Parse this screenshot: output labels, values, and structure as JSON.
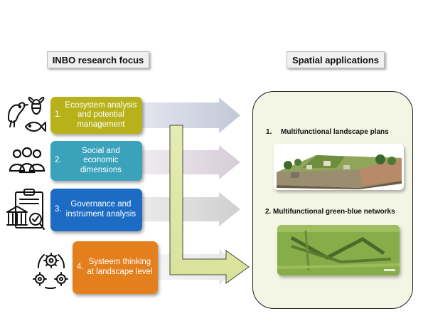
{
  "headers": {
    "left": "INBO research focus",
    "right": "Spatial applications"
  },
  "focus_items": [
    {
      "number": "1.",
      "text": "Ecosystem analysis and potential management",
      "icon": "ecosystem-wildlife-icon",
      "color": "#b7b21a"
    },
    {
      "number": "2.",
      "text": "Social and economic dimensions",
      "icon": "people-group-icon",
      "color": "#3aa2bb"
    },
    {
      "number": "3.",
      "text": "Governance and instrument analysis",
      "icon": "governance-clipboard-icon",
      "color": "#1c6cc4"
    },
    {
      "number": "4.",
      "text": "Systeem thinking at landscape level",
      "icon": "gears-cycle-icon",
      "color": "#e47f1e"
    }
  ],
  "applications": [
    {
      "number": "1.",
      "label": "Multifunctional landscape plans",
      "image": "landscape-plan-render"
    },
    {
      "number": "2.",
      "label": "Multifunctional green-blue networks",
      "image": "green-blue-network-aerial-photo"
    }
  ]
}
